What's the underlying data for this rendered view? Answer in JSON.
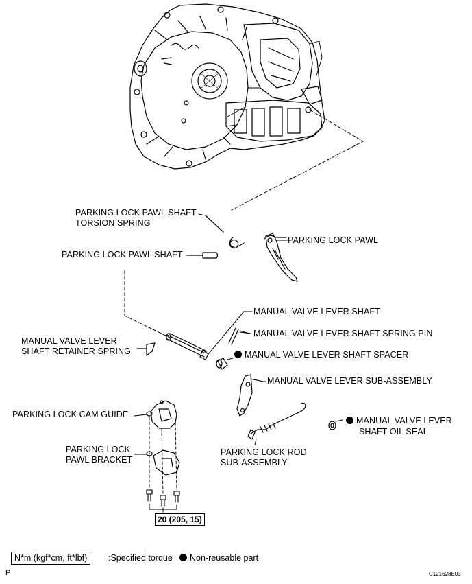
{
  "labels": {
    "torsion_spring_1": "PARKING LOCK PAWL SHAFT",
    "torsion_spring_2": "TORSION SPRING",
    "pawl": "PARKING LOCK PAWL",
    "pawl_shaft": "PARKING LOCK PAWL SHAFT",
    "valve_lever_shaft": "MANUAL VALVE LEVER SHAFT",
    "spring_pin": "MANUAL VALVE LEVER SHAFT SPRING PIN",
    "retainer_1": "MANUAL VALVE LEVER",
    "retainer_2": "SHAFT RETAINER SPRING",
    "spacer": "MANUAL VALVE LEVER SHAFT SPACER",
    "sub_assembly": "MANUAL VALVE LEVER SUB-ASSEMBLY",
    "cam_guide": "PARKING LOCK CAM GUIDE",
    "oil_seal_1": "MANUAL VALVE LEVER",
    "oil_seal_2": "SHAFT OIL SEAL",
    "bracket_1": "PARKING LOCK",
    "bracket_2": "PAWL BRACKET",
    "rod_1": "PARKING LOCK ROD",
    "rod_2": "SUB-ASSEMBLY"
  },
  "torque": "20 (205, 15)",
  "legend": {
    "unit_box": "N*m (kgf*cm, ft*lbf)",
    "specified": ":Specified torque",
    "non_reusable": "Non-reusable part"
  },
  "footer": {
    "left_mark": "P",
    "figure_code": "C121628E03"
  },
  "icons": {
    "non_reusable_marker": "filled-circle-icon"
  }
}
